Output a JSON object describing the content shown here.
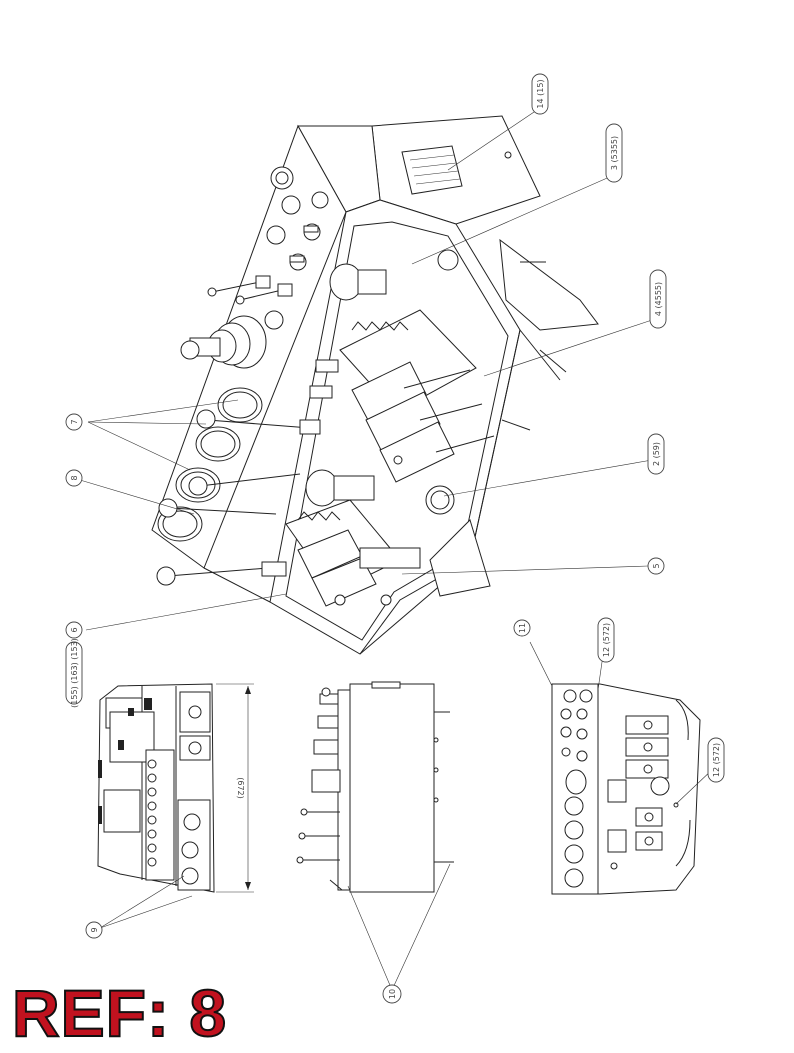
{
  "colors": {
    "ink": "#222222",
    "ref_red": "#c1121f",
    "background": "#ffffff"
  },
  "ref_label": "REF: 8",
  "dimension_label": "(672)",
  "callouts": [
    {
      "id": "c14",
      "label": "14 (15)"
    },
    {
      "id": "c3",
      "label": "3 (5355)"
    },
    {
      "id": "c4",
      "label": "4 (4555)"
    },
    {
      "id": "c7",
      "label": "7"
    },
    {
      "id": "c8",
      "label": "8"
    },
    {
      "id": "c2",
      "label": "2 (59)"
    },
    {
      "id": "c5",
      "label": "5"
    },
    {
      "id": "c6",
      "label": "6"
    },
    {
      "id": "c_left",
      "label": "(155) (163) (153)"
    },
    {
      "id": "c11",
      "label": "11"
    },
    {
      "id": "c12a",
      "label": "12 (572)"
    },
    {
      "id": "c12b",
      "label": "12 (572)"
    },
    {
      "id": "c9",
      "label": "9"
    },
    {
      "id": "c10",
      "label": "10"
    }
  ]
}
